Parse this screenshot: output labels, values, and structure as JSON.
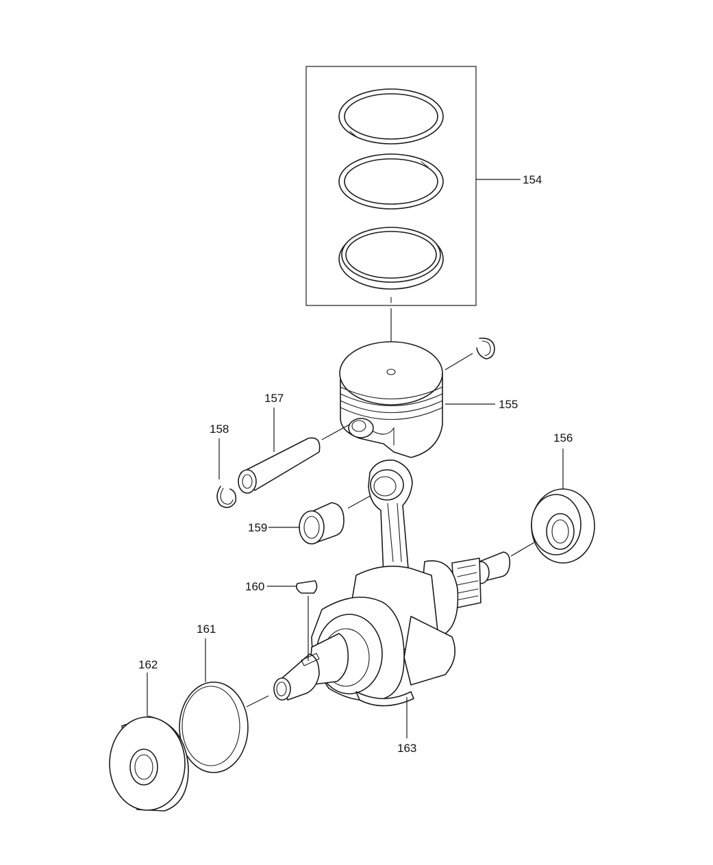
{
  "callouts": [
    {
      "id": "154",
      "label": "154"
    },
    {
      "id": "155",
      "label": "155"
    },
    {
      "id": "156",
      "label": "156"
    },
    {
      "id": "157",
      "label": "157"
    },
    {
      "id": "158",
      "label": "158"
    },
    {
      "id": "159",
      "label": "159"
    },
    {
      "id": "160",
      "label": "160"
    },
    {
      "id": "161",
      "label": "161"
    },
    {
      "id": "162",
      "label": "162"
    },
    {
      "id": "163",
      "label": "163"
    }
  ],
  "colors": {
    "line": "#1a1a1a",
    "background": "#ffffff"
  }
}
